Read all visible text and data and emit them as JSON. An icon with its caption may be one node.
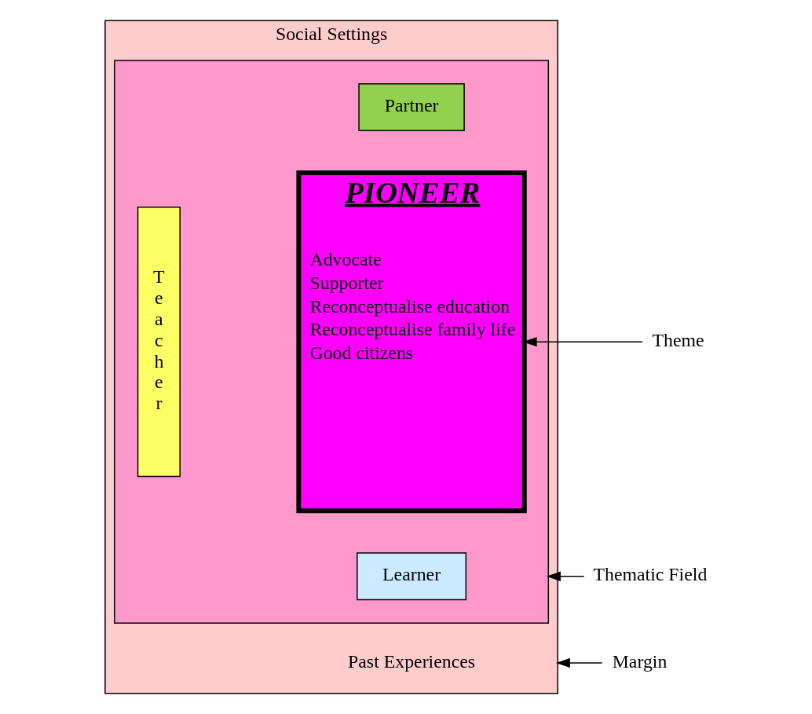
{
  "diagram": {
    "nodes": [
      {
        "text": [
          "Social Settings",
          "Past Experiences"
        ]
      },
      {
        "text": [],
        "shape": "box",
        "in": 0
      },
      {
        "text": [
          "Partner"
        ],
        "in": 1
      },
      {
        "text": [
          "Teacher"
        ],
        "in": 1
      },
      {
        "text": [
          "PIONEER",
          "Advocate",
          "Supporter",
          "Reconceptualise education",
          "Reconceptualise family life",
          "Good citizens"
        ],
        "in": 1
      },
      {
        "text": [
          "Learner"
        ],
        "in": 1
      },
      {
        "text": [
          "Theme"
        ]
      },
      {
        "text": [
          "Thematic Field"
        ]
      },
      {
        "text": [
          "Margin"
        ]
      }
    ],
    "edges": [
      {
        "from": 6,
        "to": 4,
        "arrow": "to"
      },
      {
        "from": 7,
        "to": 1,
        "arrow": "to"
      },
      {
        "from": 8,
        "to": 0,
        "arrow": "to"
      }
    ]
  }
}
